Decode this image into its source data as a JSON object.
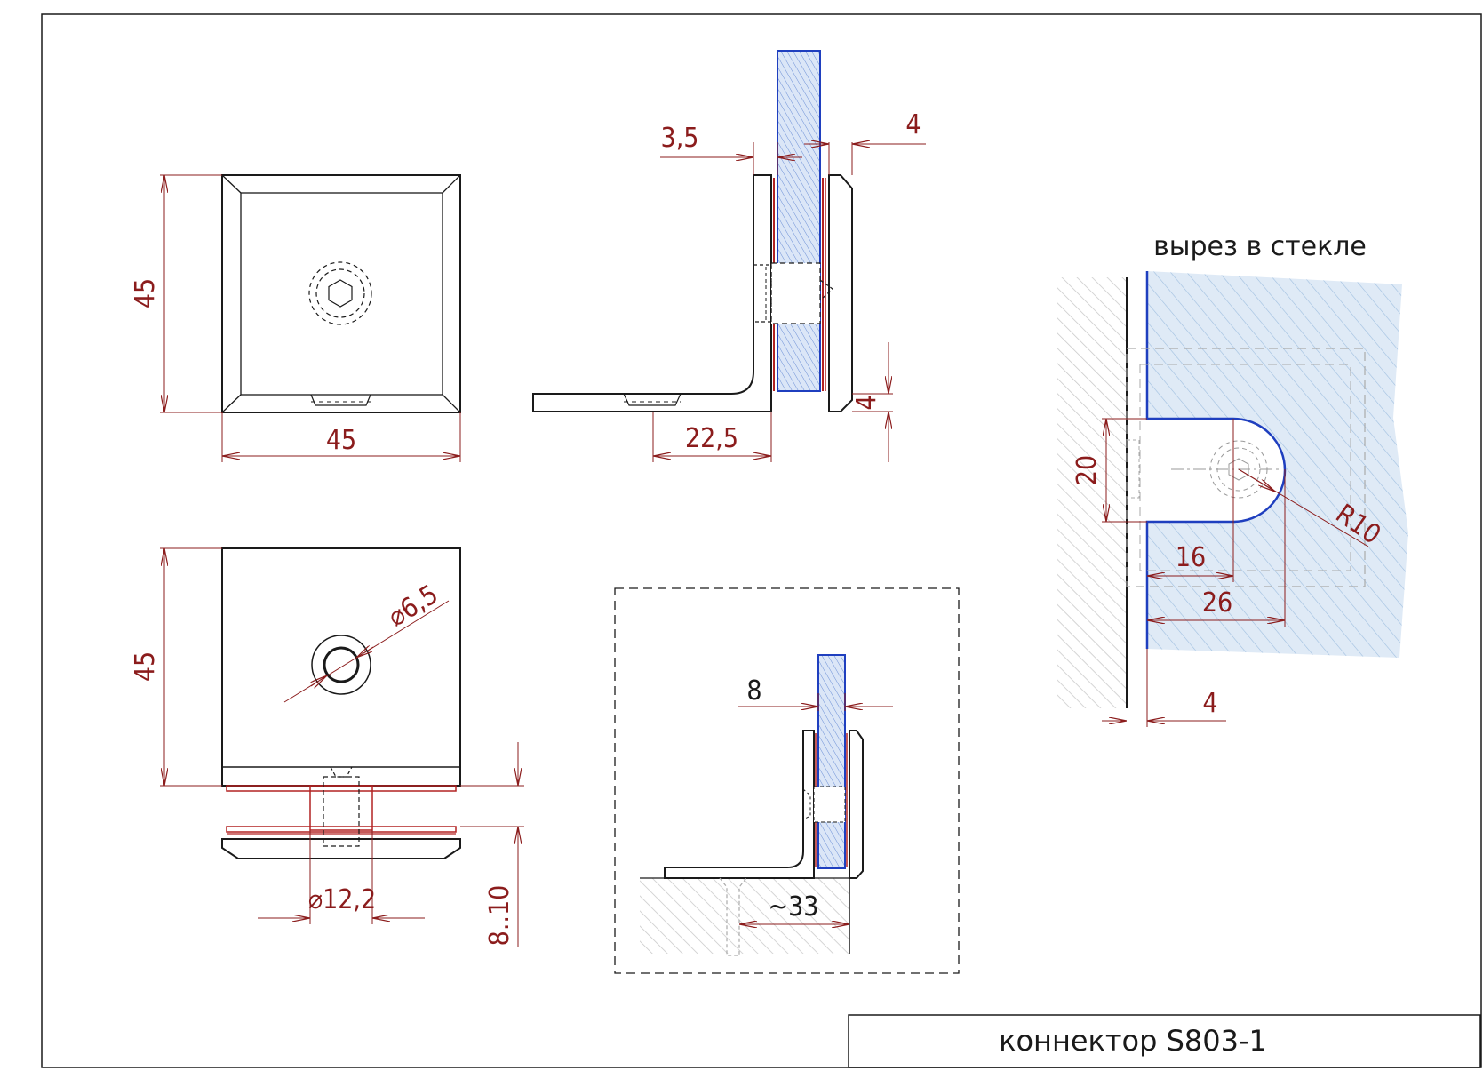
{
  "title_block": {
    "text": "коннектор S803-1"
  },
  "cutout": {
    "label": "вырез в стекле"
  },
  "dimensions": {
    "top_height": "45",
    "top_width": "45",
    "side_glass_gap": "3,5",
    "side_plate_thickness": "4",
    "side_base_thickness": "4",
    "side_base_width": "22,5",
    "bottom_height": "45",
    "bottom_hole": "⌀6,5",
    "bottom_boss": "⌀12,2",
    "bottom_glass_range": "8..10",
    "inset_glass": "8",
    "inset_depth": "~33",
    "cut_height": "20",
    "cut_radius": "R10",
    "cut_depth_16": "16",
    "cut_depth_26": "26",
    "cut_offset": "4"
  },
  "colors": {
    "outline": "#1a1a1a",
    "dimension": "#8b1c1c",
    "glass": "#1f3fbf",
    "glass_fill": "#d5e3f3",
    "red_part": "#b22222",
    "hatch": "#c8c8c8"
  }
}
